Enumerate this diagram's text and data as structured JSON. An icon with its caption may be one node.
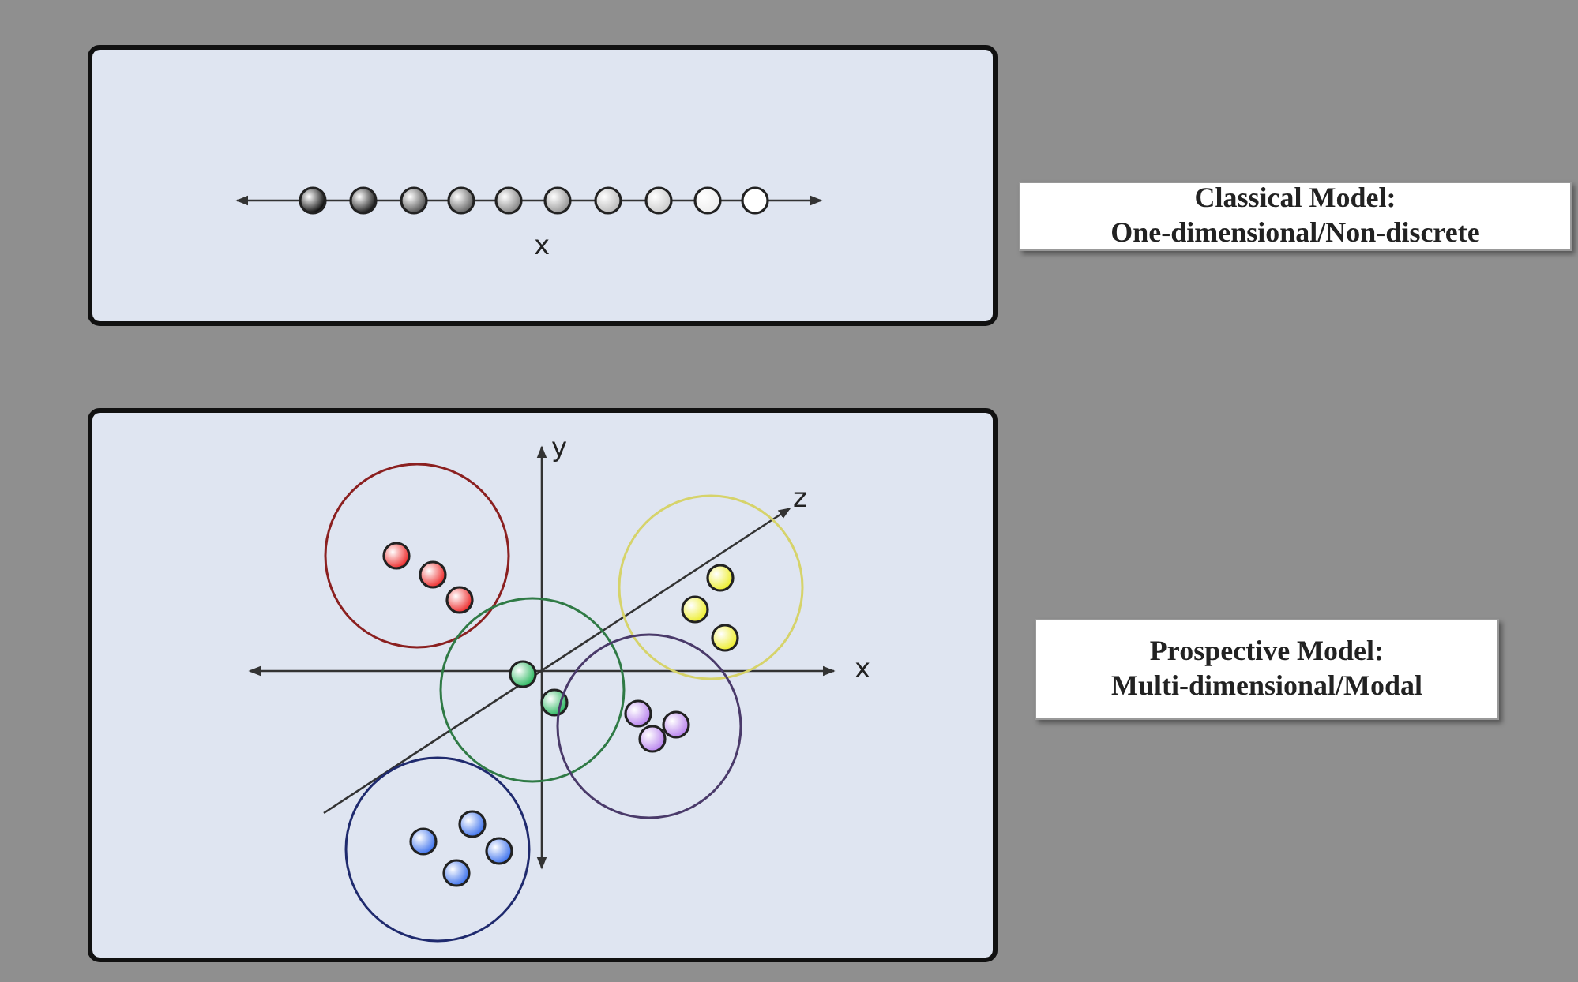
{
  "diagram": {
    "nodes": [
      {
        "text": [
          "Classical Model: One-dimensional/Non-discrete"
        ]
      },
      {
        "text": [
          "Prospective Model: Multi-dimensional/Modal"
        ]
      }
    ],
    "labels": [
      "x",
      "y",
      "z",
      "x"
    ]
  }
}
